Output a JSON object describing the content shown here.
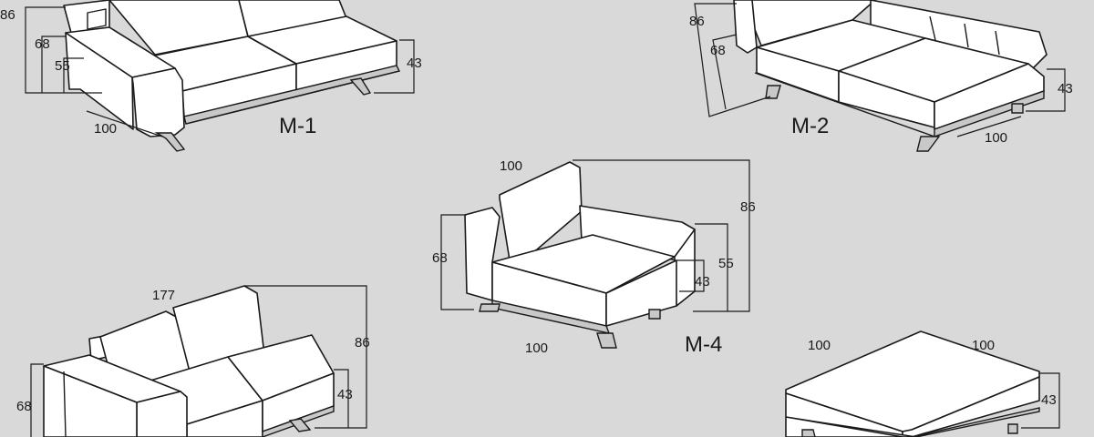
{
  "background_color": "#d9d9d9",
  "modules": [
    {
      "label": "M-1",
      "dims": {
        "total_height": "86",
        "arm_height": "68",
        "seat_top": "55",
        "seat_height": "43",
        "depth": "100"
      }
    },
    {
      "label": "M-2",
      "dims": {
        "total_height": "86",
        "arm_height": "68",
        "seat_height": "43",
        "depth": "100"
      }
    },
    {
      "label": "M-4",
      "dims": {
        "width": "100",
        "total_height": "86",
        "arm_height": "68",
        "seat_top": "55",
        "seat_height": "43",
        "depth": "100"
      }
    },
    {
      "label": "",
      "dims": {
        "width": "177",
        "total_height": "86",
        "arm_height": "68",
        "seat_height": "43"
      }
    },
    {
      "label": "",
      "dims": {
        "width": "100",
        "depth": "100",
        "height": "43"
      }
    }
  ]
}
